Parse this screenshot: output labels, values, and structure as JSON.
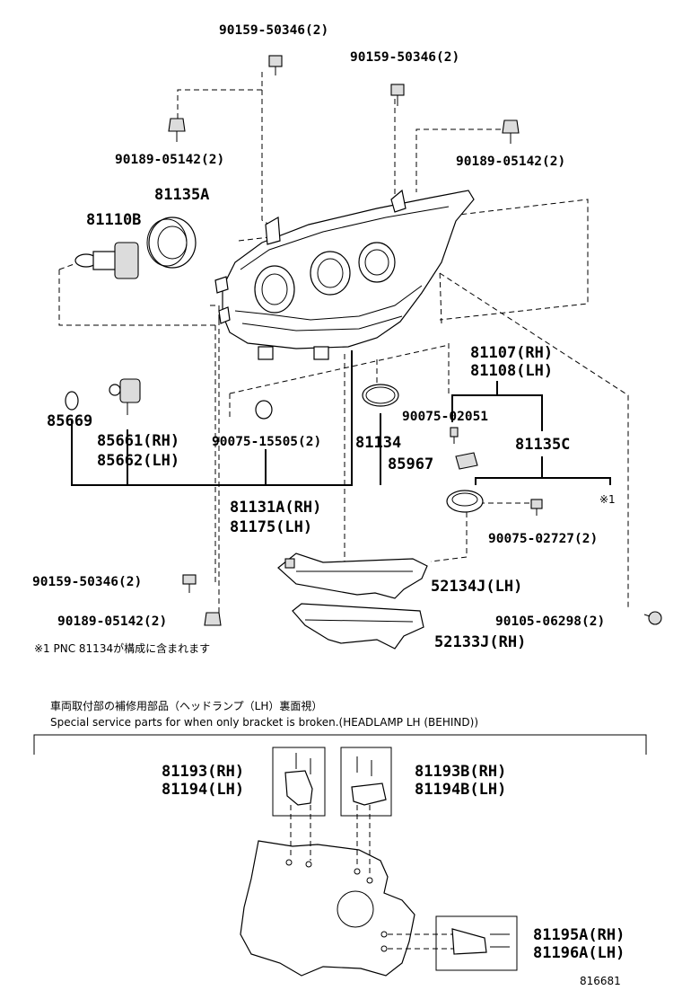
{
  "labels": {
    "p_90159_top": "90159-50346(2)",
    "p_90159_right": "90159-50346(2)",
    "p_90189_left": "90189-05142(2)",
    "p_90189_right": "90189-05142(2)",
    "p_81135A": "81135A",
    "p_81110B": "81110B",
    "p_81107": "81107(RH)",
    "p_81108": "81108(LH)",
    "p_85669": "85669",
    "p_85661": "85661(RH)",
    "p_85662": "85662(LH)",
    "p_90075_15505": "90075-15505(2)",
    "p_81134": "81134",
    "p_90075_02051": "90075-02051",
    "p_81135C": "81135C",
    "p_85967": "85967",
    "p_81131A": "81131A(RH)",
    "p_81175": "81175(LH)",
    "p_mark1": "※1",
    "p_90075_02727": "90075-02727(2)",
    "p_90159_low": "90159-50346(2)",
    "p_52134J": "52134J(LH)",
    "p_90189_low": "90189-05142(2)",
    "p_90105": "90105-06298(2)",
    "p_52133J": "52133J(RH)",
    "p_81193": "81193(RH)",
    "p_81194": "81194(LH)",
    "p_81193B": "81193B(RH)",
    "p_81194B": "81194B(LH)",
    "p_81195A": "81195A(RH)",
    "p_81196A": "81196A(LH)"
  },
  "notes": {
    "footnote": "※1  PNC 81134が構成に含まれます",
    "section_jp": "車両取付部の補修用部品（ヘッドランプ（LH）裏面視）",
    "section_en": "Special service parts for when only bracket is broken.(HEADLAMP LH (BEHIND))",
    "figure_id": "816681"
  }
}
